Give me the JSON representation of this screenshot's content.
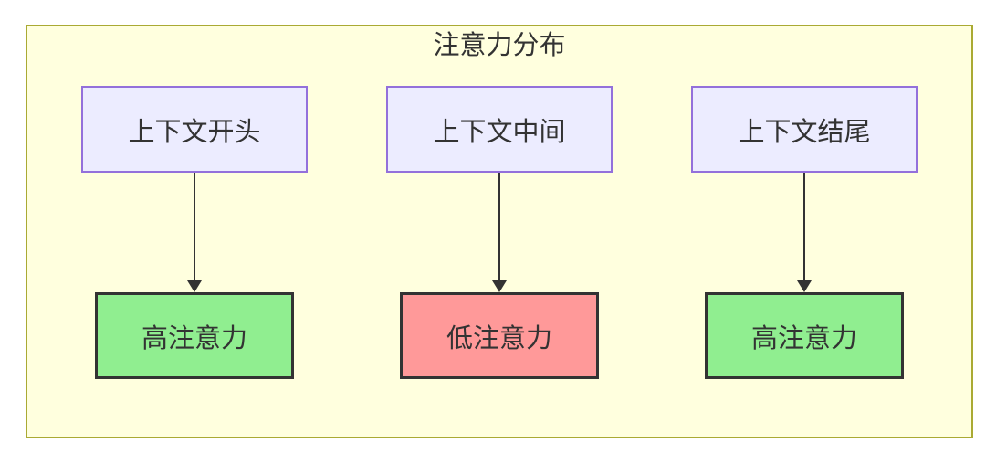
{
  "diagram": {
    "title": "注意力分布",
    "columns": [
      {
        "source": "上下文开头",
        "target": "高注意力",
        "attention": "high"
      },
      {
        "source": "上下文中间",
        "target": "低注意力",
        "attention": "low"
      },
      {
        "source": "上下文结尾",
        "target": "高注意力",
        "attention": "high"
      }
    ],
    "colors": {
      "container_fill": "#ffffde",
      "container_border": "#aaaa33",
      "source_fill": "#ececff",
      "source_border": "#9370db",
      "high_fill": "#90ee90",
      "low_fill": "#ff9999",
      "target_border": "#333333",
      "arrow": "#333333",
      "text": "#333333"
    }
  }
}
